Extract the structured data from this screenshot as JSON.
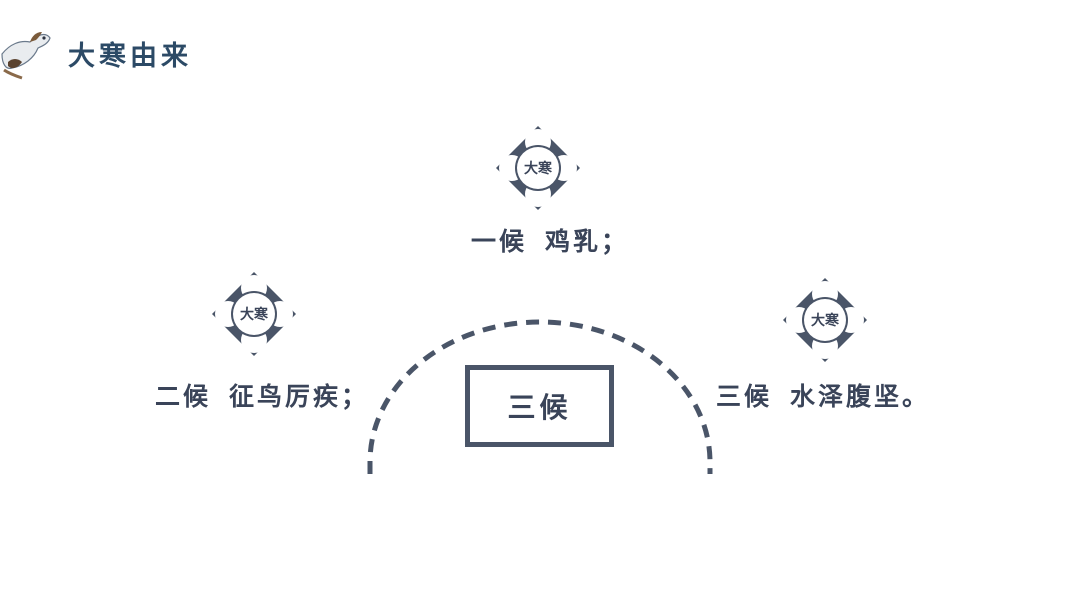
{
  "header": {
    "title": "大寒由来"
  },
  "badges": {
    "label": "大寒"
  },
  "phases": [
    {
      "prefix": "一候",
      "text": "鸡乳；"
    },
    {
      "prefix": "二候",
      "text": "征鸟厉疾；"
    },
    {
      "prefix": "三候",
      "text": "水泽腹坚。"
    }
  ],
  "center": {
    "label": "三候"
  },
  "colors": {
    "primary": "#4a5568",
    "title": "#2c4a66"
  }
}
